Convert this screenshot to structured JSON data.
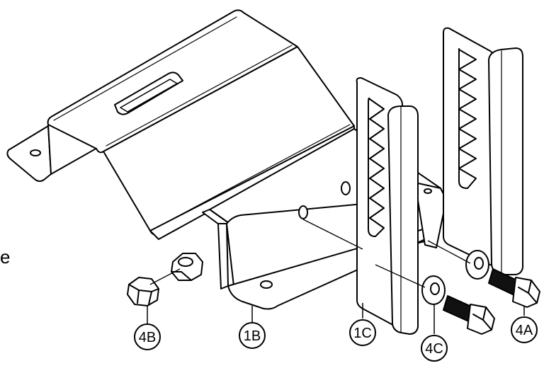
{
  "diagram": {
    "edge_text": "e",
    "callouts": [
      {
        "id": "4B",
        "label": "4B"
      },
      {
        "id": "1B",
        "label": "1B"
      },
      {
        "id": "1C",
        "label": "1C"
      },
      {
        "id": "4C",
        "label": "4C"
      },
      {
        "id": "4A",
        "label": "4A"
      }
    ],
    "colors": {
      "line": "#000000",
      "fill": "#ffffff",
      "bolt": "#111111"
    }
  }
}
